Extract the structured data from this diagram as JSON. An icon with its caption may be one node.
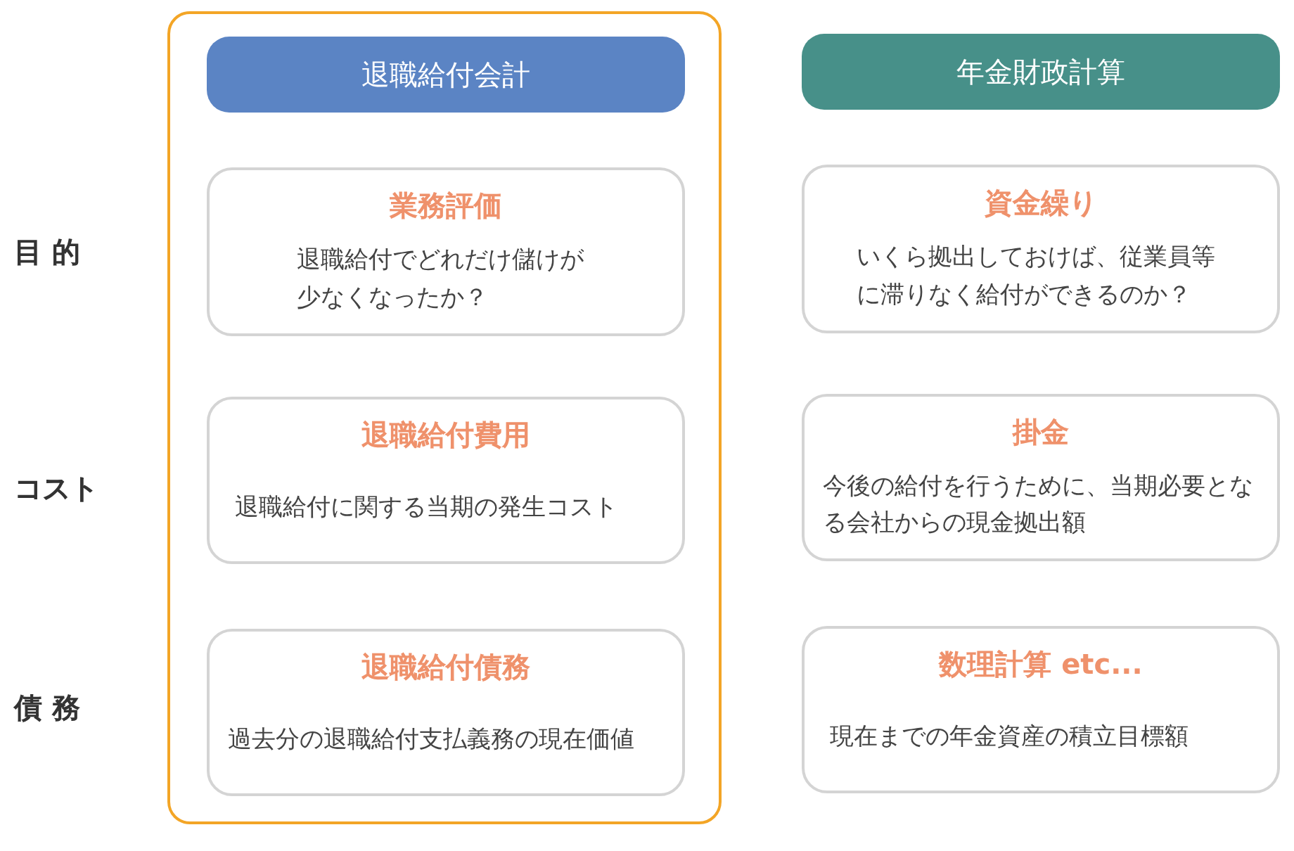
{
  "diagram": {
    "nodes": [
      {
        "text": [],
        "shape": "box"
      },
      {
        "text": [
          "退職給付会計"
        ],
        "in": 0
      },
      {
        "text": [
          "業務評価",
          "退職給付でどれだけ儲けが少なくなったか？"
        ],
        "in": 0
      },
      {
        "text": [
          "退職給付費用",
          "退職給付に関する当期の発生コスト"
        ],
        "in": 0
      },
      {
        "text": [
          "退職給付債務",
          "過去分の退職給付支払義務の現在価値"
        ],
        "in": 0
      },
      {
        "text": [
          "年金財政計算"
        ]
      },
      {
        "text": [
          "資金繰り",
          "いくら拠出しておけば、従業員等に滞りなく給付ができるのか？"
        ]
      },
      {
        "text": [
          "掛金",
          "今後の給付を行うために、当期必要となる会社からの現金拠出額"
        ]
      },
      {
        "text": [
          "数理計算 etc...",
          "現在までの年金資産の積立目標額"
        ]
      }
    ],
    "labels": [
      "目 的",
      "コスト",
      "債 務"
    ]
  }
}
